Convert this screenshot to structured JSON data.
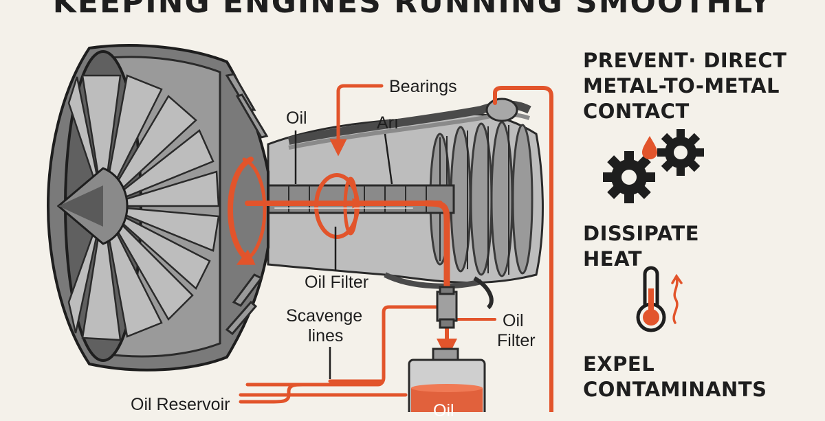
{
  "title": "KEEPING ENGINES RUNNING SMOOTHLY",
  "colors": {
    "accent": "#e2542b",
    "ink": "#1e1e1e",
    "metal": "#6a6a6a",
    "background": "#f4f1ea"
  },
  "labels": {
    "bearings": "Bearings",
    "oil": "Oil",
    "air": "Arı",
    "oil_filter_center": "Oil Filter",
    "scavenge_line1": "Scavenge",
    "scavenge_line2": "lines",
    "oil_filter_right_line1": "Oil",
    "oil_filter_right_line2": "Filter",
    "oil_reservoir": "Oil Reservoir",
    "tank_text": "Oil"
  },
  "benefits": [
    {
      "lines": [
        "PREVENT· DIRECT",
        "METAL-TO-METAL",
        "CONTACT"
      ],
      "icon": "gears-with-oil-drop-icon"
    },
    {
      "lines": [
        "DISSIPATE",
        "HEAT"
      ],
      "icon": "thermometer-icon"
    },
    {
      "lines": [
        "EXPEL",
        "CONTAMINANTS"
      ],
      "icon": ""
    }
  ]
}
